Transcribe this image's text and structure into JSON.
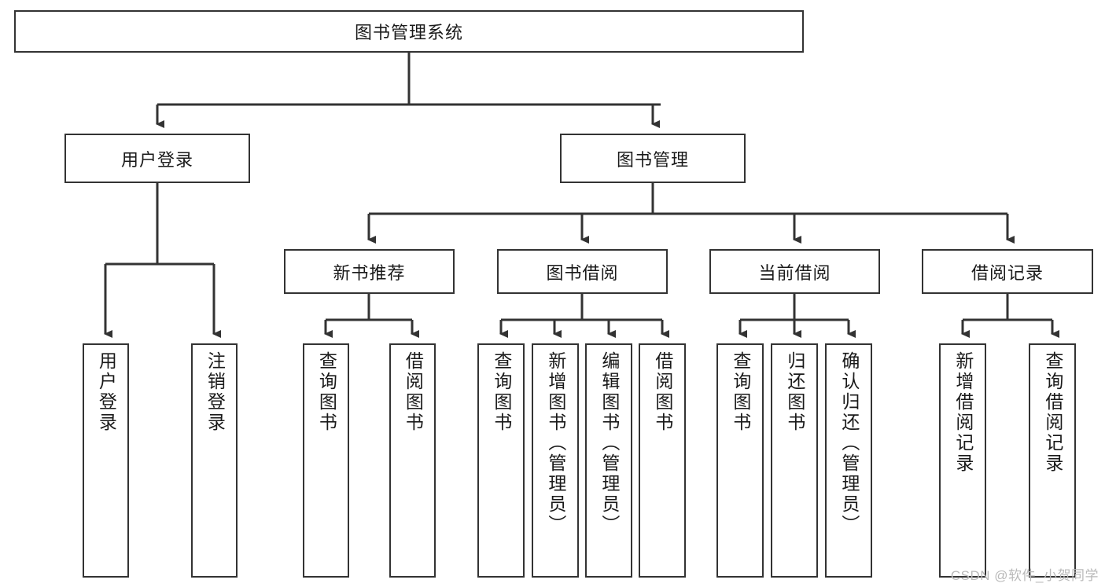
{
  "diagram": {
    "type": "tree-hierarchy",
    "title_node": {
      "id": "root",
      "label": "图书管理系统"
    },
    "level2": [
      {
        "id": "user-login",
        "label": "用户登录"
      },
      {
        "id": "book-manage",
        "label": "图书管理"
      }
    ],
    "level3": [
      {
        "id": "new-book-recommend",
        "label": "新书推荐"
      },
      {
        "id": "book-borrow",
        "label": "图书借阅"
      },
      {
        "id": "current-borrow",
        "label": "当前借阅"
      },
      {
        "id": "borrow-record",
        "label": "借阅记录"
      }
    ],
    "leaves": [
      {
        "id": "leaf-user-login",
        "label": "用户登录",
        "parent": "user-login"
      },
      {
        "id": "leaf-logout-login",
        "label": "注销登录",
        "parent": "user-login"
      },
      {
        "id": "leaf-query-book-1",
        "label": "查询图书",
        "parent": "new-book-recommend"
      },
      {
        "id": "leaf-borrow-book-1",
        "label": "借阅图书",
        "parent": "new-book-recommend"
      },
      {
        "id": "leaf-query-book-2",
        "label": "查询图书",
        "parent": "book-borrow"
      },
      {
        "id": "leaf-add-book",
        "label": "新增图书（管理员）",
        "parent": "book-borrow"
      },
      {
        "id": "leaf-edit-book",
        "label": "编辑图书（管理员）",
        "parent": "book-borrow"
      },
      {
        "id": "leaf-borrow-book-2",
        "label": "借阅图书",
        "parent": "book-borrow"
      },
      {
        "id": "leaf-query-book-3",
        "label": "查询图书",
        "parent": "current-borrow"
      },
      {
        "id": "leaf-return-book",
        "label": "归还图书",
        "parent": "current-borrow"
      },
      {
        "id": "leaf-confirm-return",
        "label": "确认归还（管理员）",
        "parent": "current-borrow"
      },
      {
        "id": "leaf-add-record",
        "label": "新增借阅记录",
        "parent": "borrow-record"
      },
      {
        "id": "leaf-query-record",
        "label": "查询借阅记录",
        "parent": "borrow-record"
      }
    ],
    "watermark": "CSDN @软件_小贺同学",
    "colors": {
      "stroke": "#333333",
      "fill": "#ffffff",
      "text": "#1a1a1a",
      "watermark": "#b9b9b9"
    }
  }
}
